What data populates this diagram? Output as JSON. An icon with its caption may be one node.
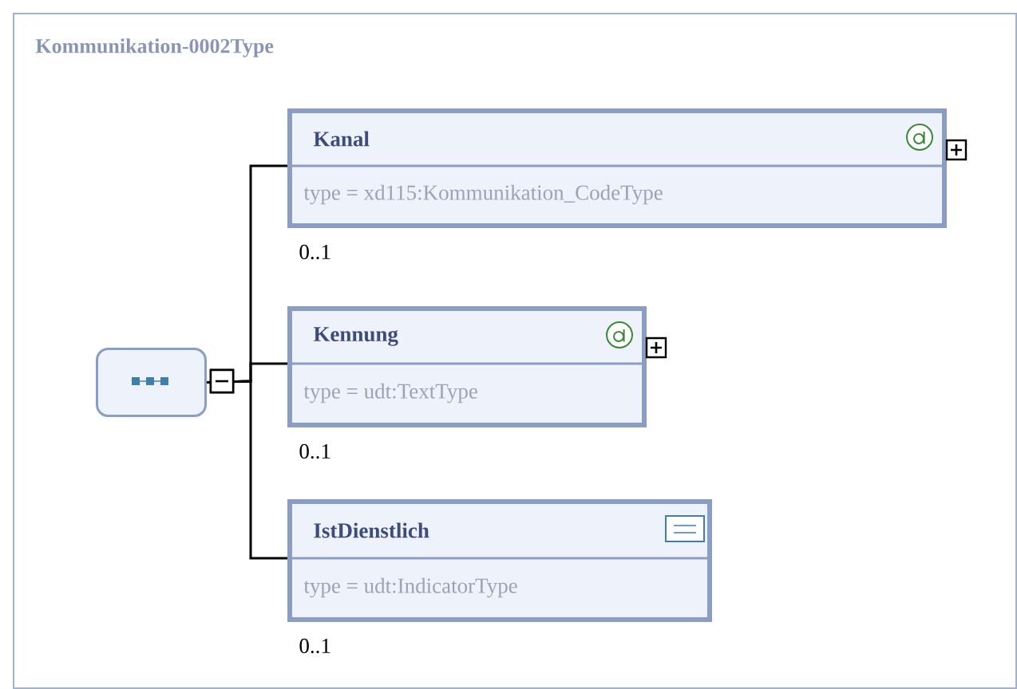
{
  "diagram": {
    "nodes": [
      {
        "text": [
          "Kommunikation-0002Type"
        ]
      },
      {
        "text": [],
        "shape": "box",
        "in": 0
      },
      {
        "text": [
          "Kanal",
          "type = xd115:Kommunikation_CodeType"
        ],
        "beside": [
          "0..1"
        ],
        "in": 0
      },
      {
        "text": [
          "Kennung",
          "type = udt:TextType"
        ],
        "beside": [
          "0..1"
        ],
        "in": 0
      },
      {
        "text": [
          "IstDienstlich",
          "type = udt:IndicatorType"
        ],
        "beside": [
          "0..1"
        ],
        "in": 0
      }
    ],
    "edges": [
      {
        "from": 1,
        "to": 2,
        "arrow": "other"
      },
      {
        "from": 1,
        "to": 3,
        "arrow": "other"
      },
      {
        "from": 1,
        "to": 4,
        "arrow": "other"
      }
    ]
  }
}
